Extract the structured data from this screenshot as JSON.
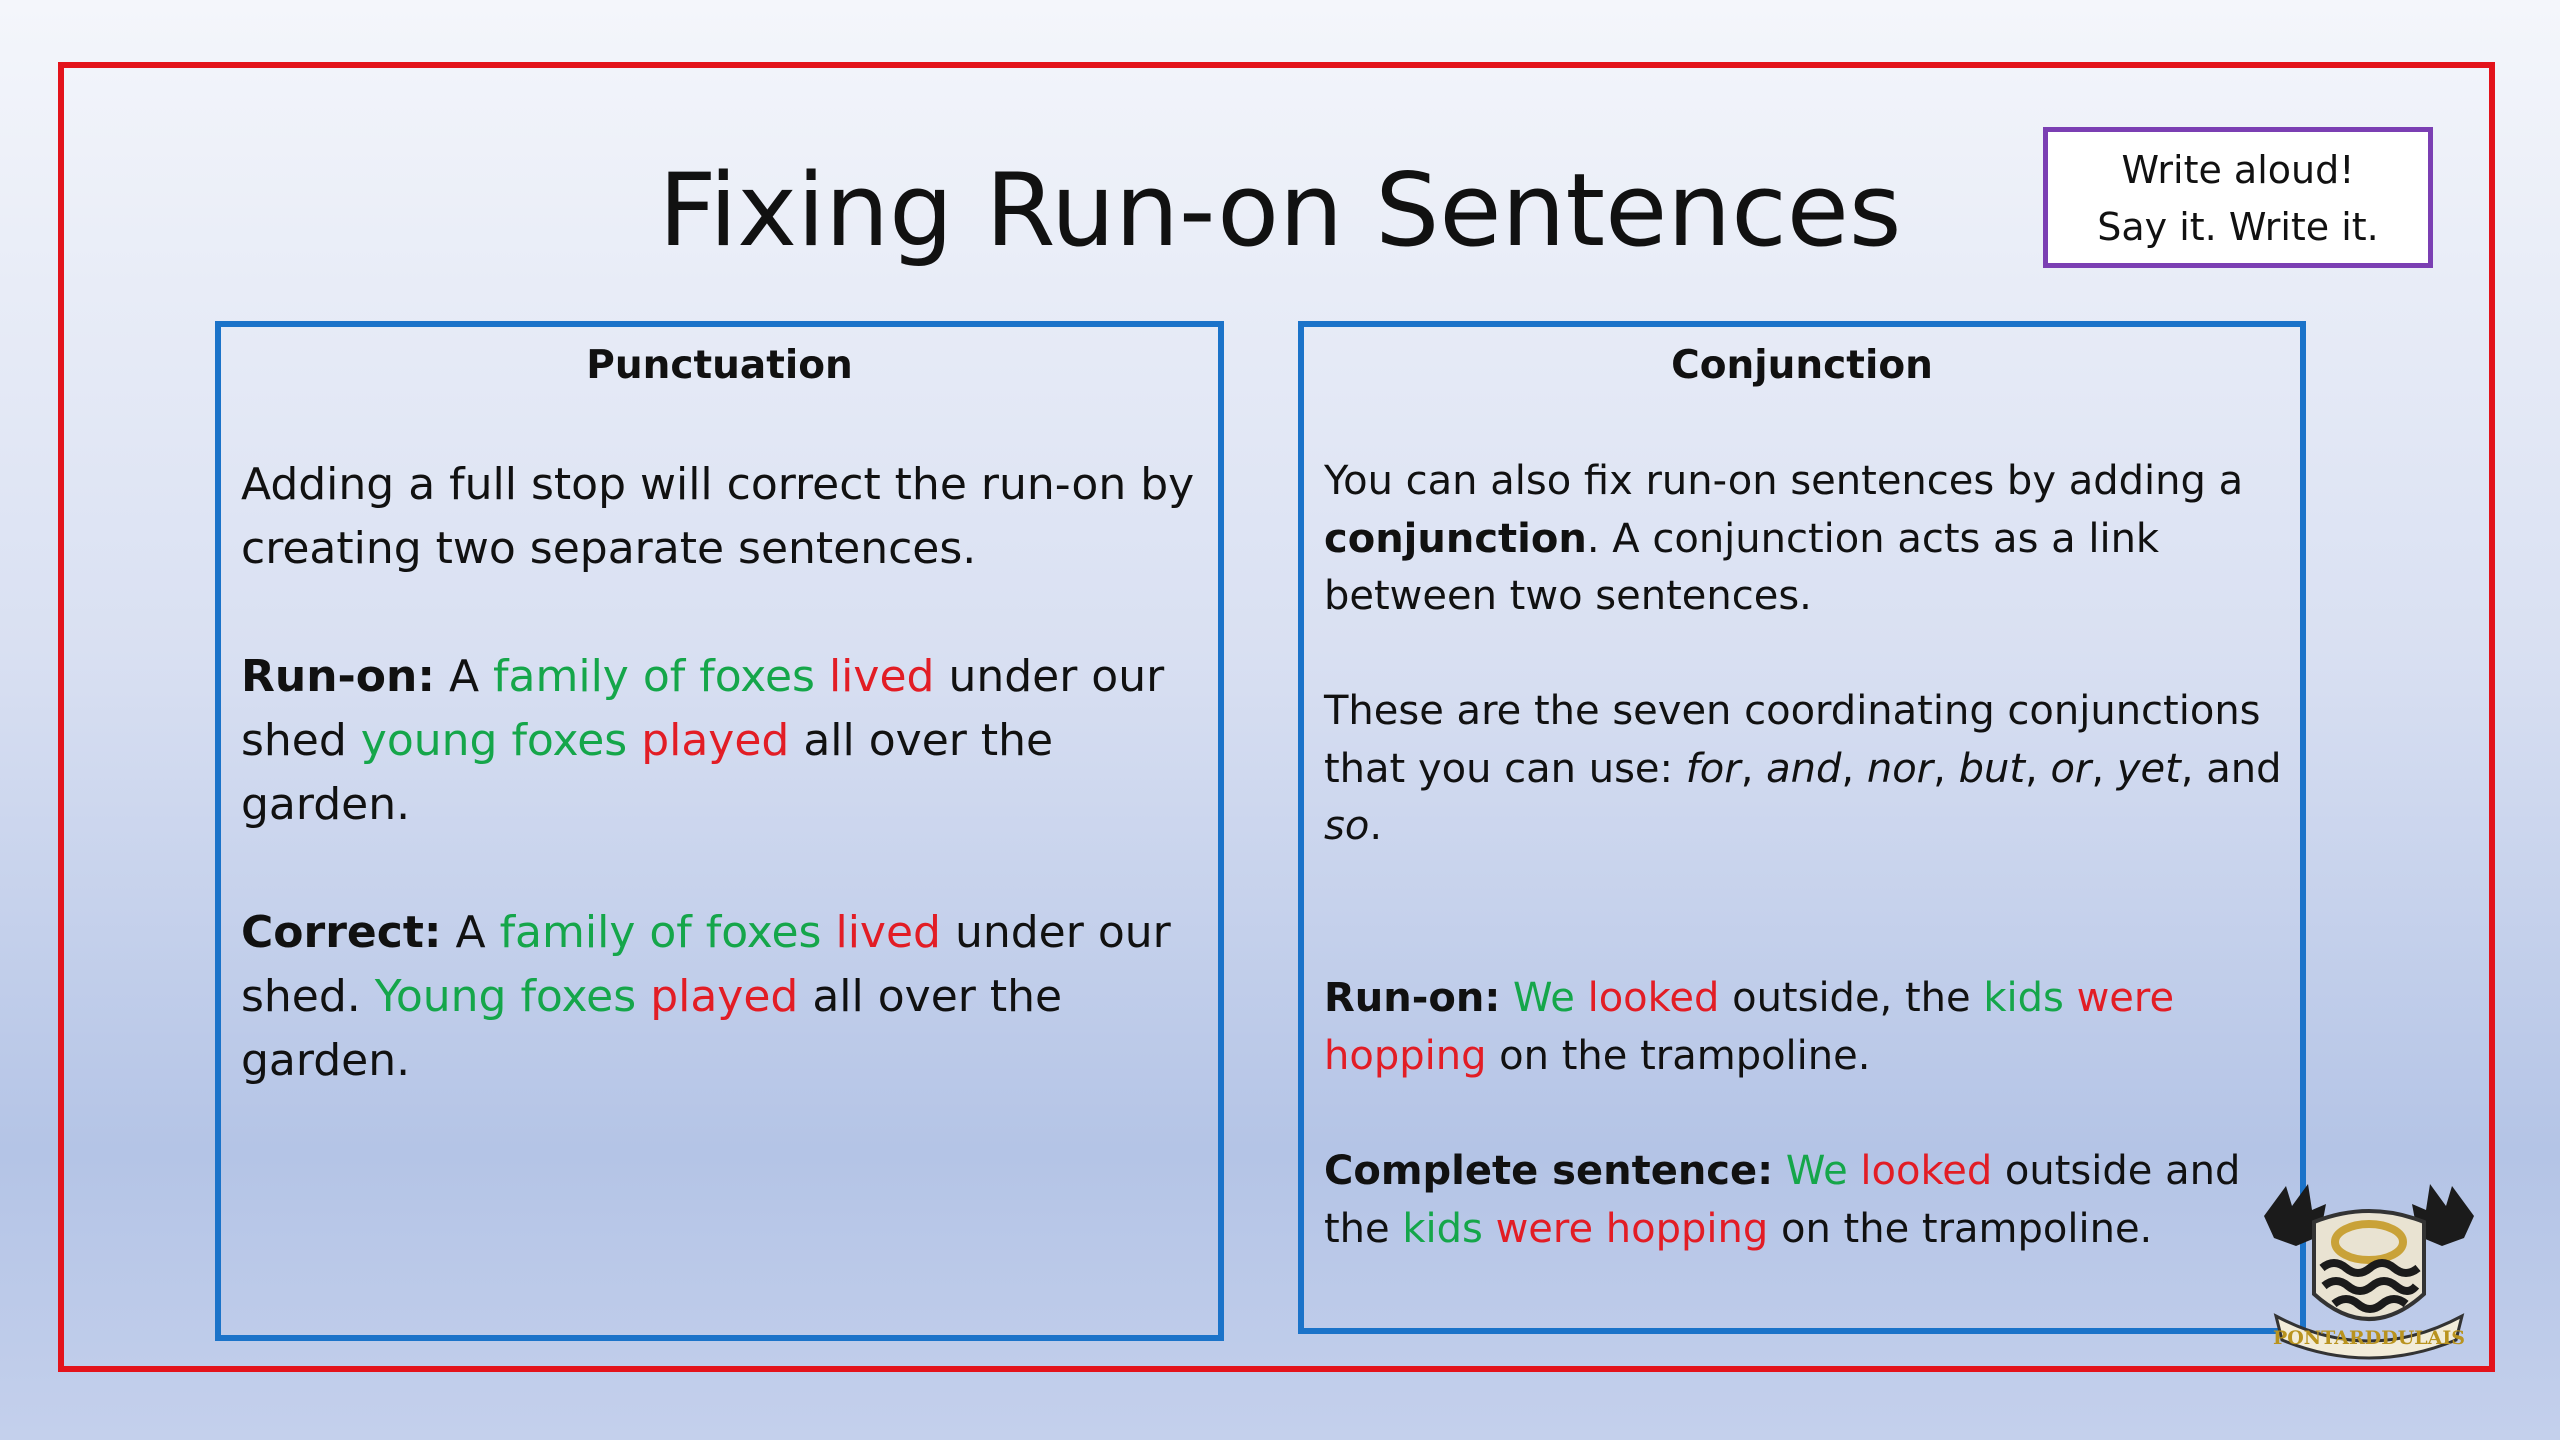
{
  "title": "Fixing Run-on Sentences",
  "callout": {
    "line1": "Write aloud!",
    "line2": "Say it. Write it."
  },
  "colors": {
    "frame": "#e3131b",
    "panel_border": "#1b73c9",
    "callout_border": "#7b3fb3",
    "subject": "#15a64a",
    "verb": "#e21d25"
  },
  "punctuation": {
    "heading": "Punctuation",
    "intro": "Adding a full stop will correct the run-on by creating two separate sentences.",
    "runon": {
      "label": "Run-on:",
      "t1": " A ",
      "s1": "family of foxes",
      "t2": " ",
      "v1": "lived",
      "t3": " under our shed ",
      "s2": "young foxes",
      "t4": " ",
      "v2": "played",
      "t5": " all over the garden."
    },
    "correct": {
      "label": "Correct:",
      "t1": " A ",
      "s1": "family of foxes",
      "t2": " ",
      "v1": "lived",
      "t3": " under our shed. ",
      "s2": "Young foxes",
      "t4": " ",
      "v2": "played",
      "t5": " all over the garden."
    }
  },
  "conjunction": {
    "heading": "Conjunction",
    "intro": {
      "t1": "You can also fix run-on sentences by adding a ",
      "b1": "conjunction",
      "t2": ". A conjunction acts as a link between two sentences."
    },
    "list": {
      "t1": "These are the seven coordinating conjunctions that you can use: ",
      "c1": "for",
      "sep1": ", ",
      "c2": "and",
      "sep2": ", ",
      "c3": "nor",
      "sep3": ", ",
      "c4": "but",
      "sep4": ", ",
      "c5": "or",
      "sep5": ", ",
      "c6": "yet",
      "sep6": ", and ",
      "c7": "so",
      "end": "."
    },
    "runon": {
      "label": "Run-on:",
      "t1": " ",
      "s1": "We",
      "t2": " ",
      "v1": "looked",
      "t3": " outside, the ",
      "s2": "kids",
      "t4": " ",
      "v2": "were hopping",
      "t5": " on the trampoline."
    },
    "complete": {
      "label": "Complete sentence:",
      "t1": " ",
      "s1": "We",
      "t2": " ",
      "v1": "looked",
      "t3": " outside and the ",
      "s2": "kids",
      "t4": " ",
      "v2": "were hopping",
      "t5": " on the trampoline."
    }
  },
  "crest": {
    "icon": "school-crest-icon",
    "text": "PONTARDDULAIS"
  }
}
